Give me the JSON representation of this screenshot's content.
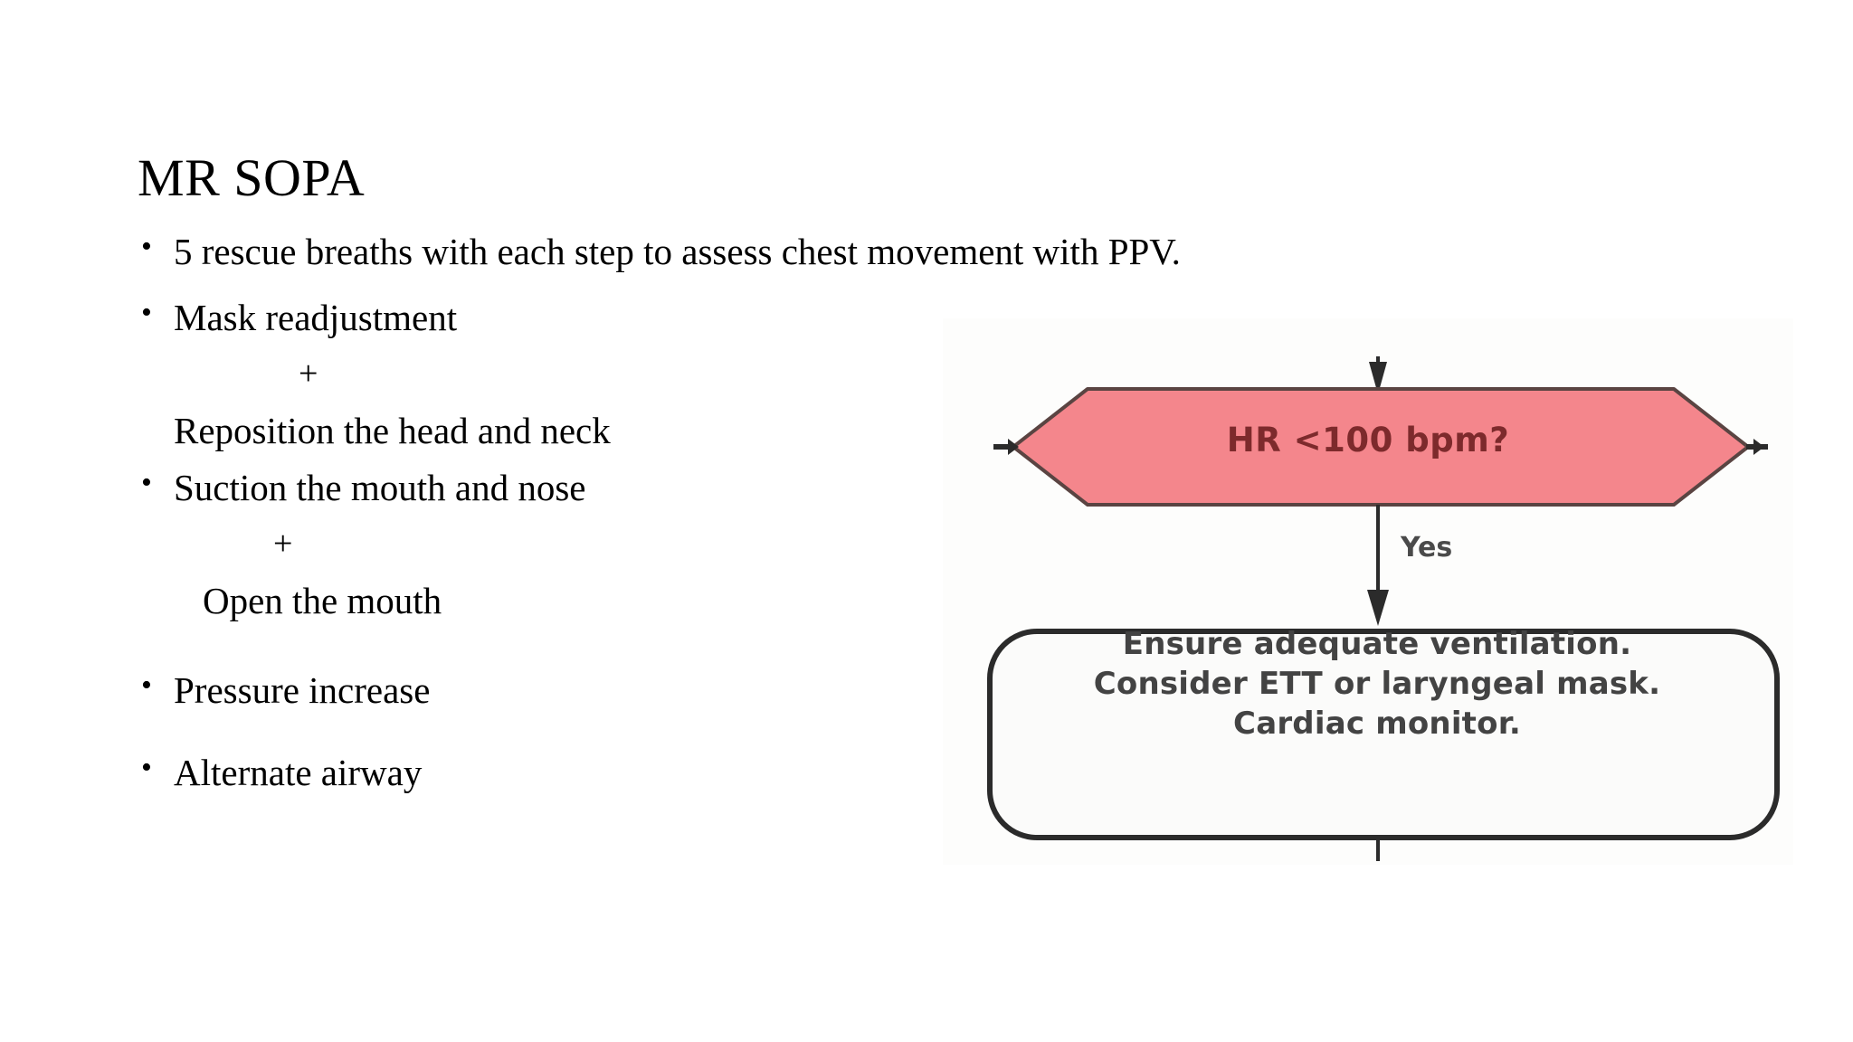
{
  "slide": {
    "title": "MR SOPA",
    "background_color": "#ffffff",
    "text_color": "#000000"
  },
  "content": {
    "lines": [
      {
        "id": "l1",
        "kind": "bullet",
        "text": "5 rescue breaths with each step to assess chest movement with PPV."
      },
      {
        "id": "l2",
        "kind": "bullet",
        "text": "Mask readjustment"
      },
      {
        "id": "l3",
        "kind": "plus",
        "text": "+"
      },
      {
        "id": "l4",
        "kind": "plain",
        "text": "Reposition the head and neck"
      },
      {
        "id": "l5",
        "kind": "bullet",
        "text": "Suction the mouth and nose"
      },
      {
        "id": "l6",
        "kind": "plus",
        "text": "+"
      },
      {
        "id": "l7",
        "kind": "plain",
        "text": "Open the mouth"
      },
      {
        "id": "l8",
        "kind": "bullet",
        "text": "Pressure increase"
      },
      {
        "id": "l9",
        "kind": "bullet",
        "text": "Alternate airway"
      }
    ]
  },
  "flowchart": {
    "decision": {
      "label": "HR <100 bpm?",
      "fill_color": "#f4868c",
      "stroke_color": "#4a3a38",
      "text_color": "#7d2a2c",
      "shape": "hexagon"
    },
    "edge_label": "Yes",
    "process": {
      "shape": "rounded-rectangle",
      "stroke_color": "#2b2b2b",
      "fill_color": "#fbfbfa",
      "text_color": "#434343",
      "lines": [
        "Ensure adequate ventilation.",
        "Consider ETT or laryngeal mask.",
        "Cardiac monitor."
      ]
    },
    "connectors": {
      "top_arrow_into_decision": "arrow-down",
      "left_stub": "tick-left",
      "right_stub": "tick-right",
      "decision_to_process": "arrow-down",
      "below_process": "line-stub-down"
    }
  }
}
